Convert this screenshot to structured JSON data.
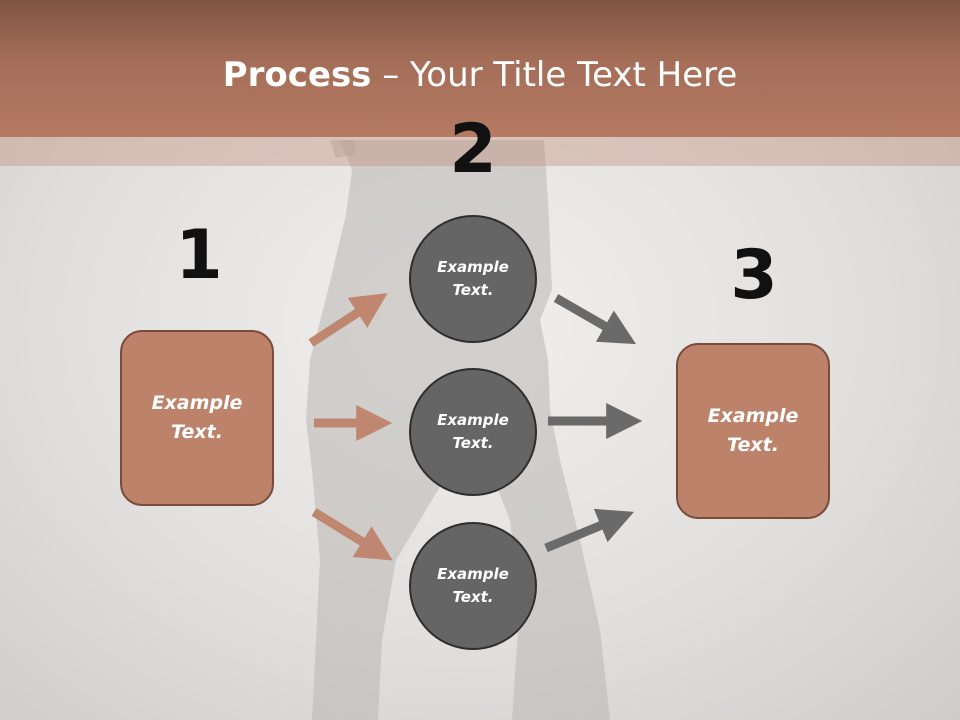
{
  "title": {
    "bold": "Process",
    "rest": " – Your Title Text Here"
  },
  "steps": [
    "1",
    "2",
    "3"
  ],
  "left_box": {
    "text": "Example\nText."
  },
  "right_box": {
    "text": "Example\nText."
  },
  "circles": [
    {
      "text": "Example\nText."
    },
    {
      "text": "Example\nText."
    },
    {
      "text": "Example\nText."
    }
  ],
  "colors": {
    "header": "#a56e58",
    "box_fill": "#bd836a",
    "box_border": "#7a4a3a",
    "circle_fill": "#656565",
    "arrow_left": "#c08770",
    "arrow_right": "#6a6a6a"
  }
}
